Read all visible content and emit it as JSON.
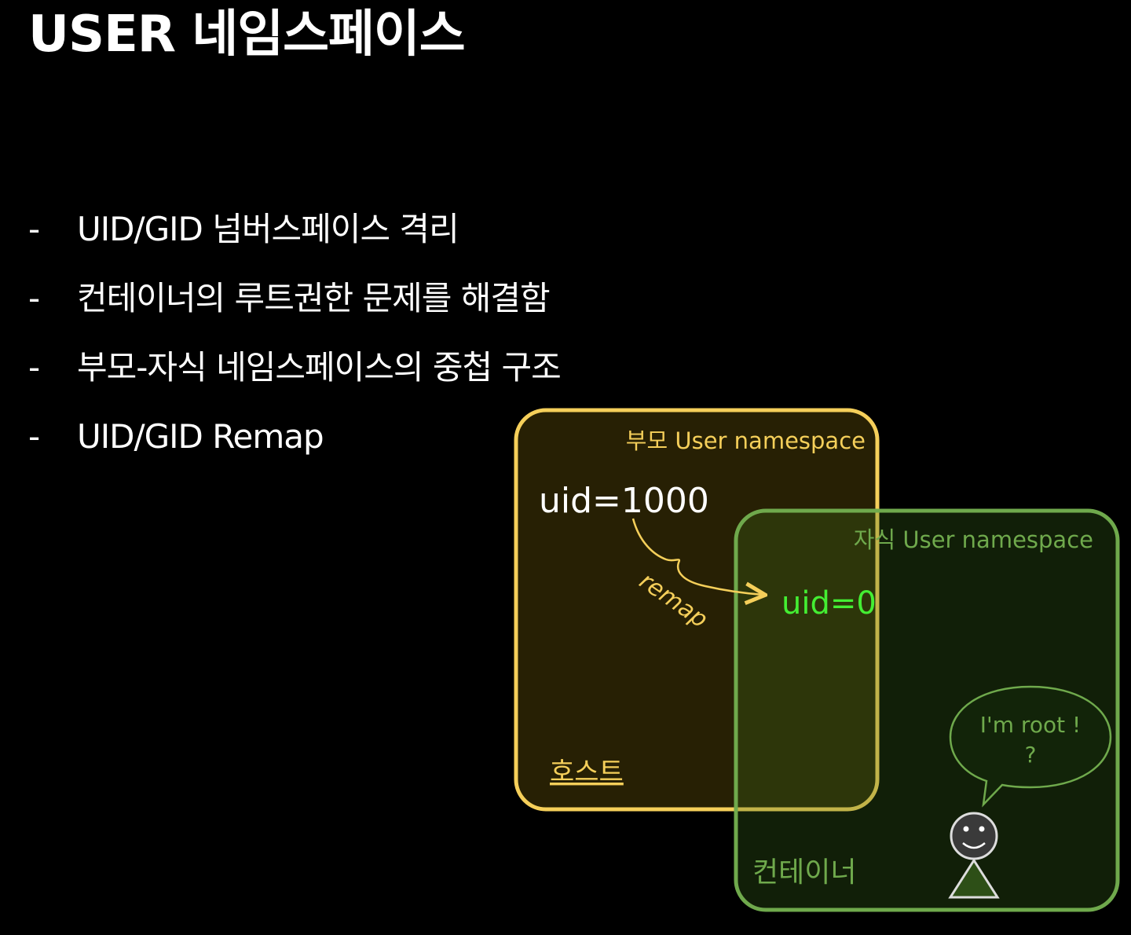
{
  "title": "USER 네임스페이스",
  "bullets": [
    {
      "marker": "-",
      "text": "UID/GID 넘버스페이스 격리"
    },
    {
      "marker": "-",
      "text": "컨테이너의 루트권한 문제를 해결함"
    },
    {
      "marker": "-",
      "text": "부모-자식 네임스페이스의 중첩 구조"
    },
    {
      "marker": "-",
      "text": "UID/GID Remap"
    }
  ],
  "diagram": {
    "parent_ns": {
      "label": "부모 User namespace",
      "uid": "uid=1000",
      "caption": "호스트",
      "color": "#f5cf5a"
    },
    "child_ns": {
      "label": "자식 User namespace",
      "uid": "uid=0",
      "caption": "컨테이너",
      "color": "#6fa94c",
      "uid_color": "#44ee33"
    },
    "arrow_label": "remap",
    "speech": {
      "line1": "I'm root !",
      "line2": "?"
    },
    "figure_icon": "smiley-person-icon"
  }
}
